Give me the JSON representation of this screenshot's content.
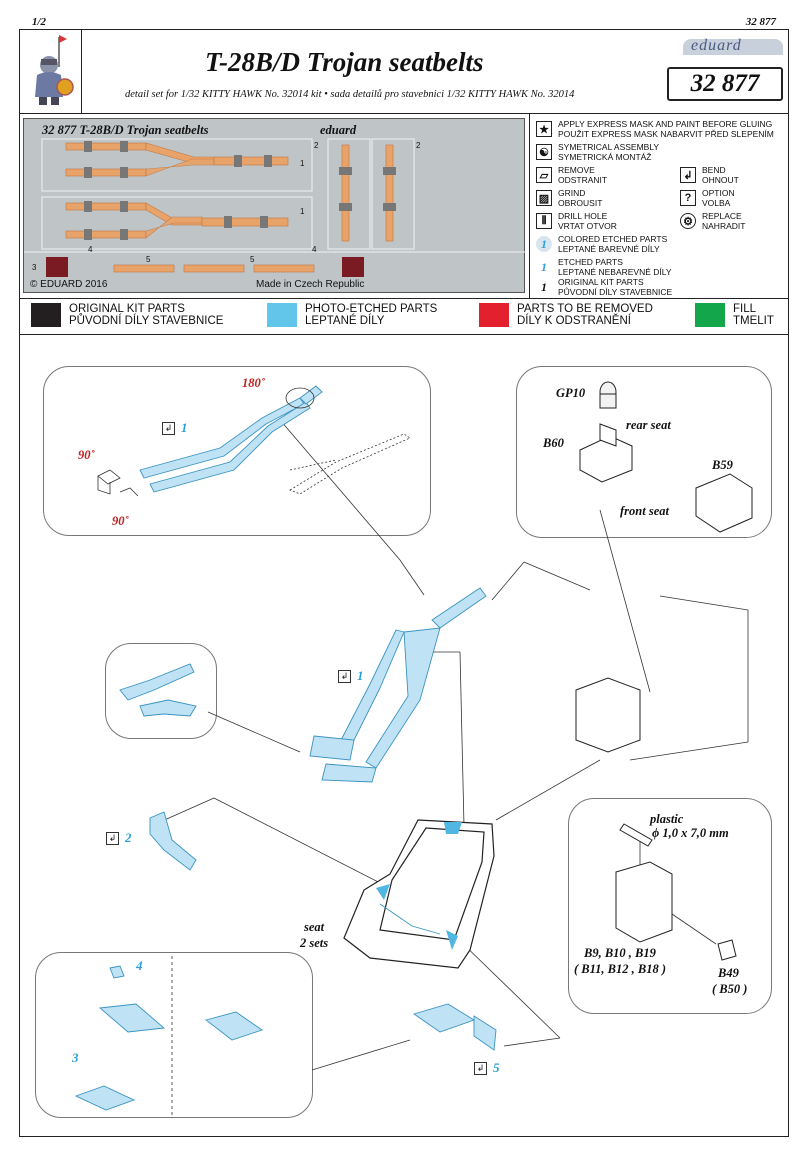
{
  "page": {
    "number": "1/2",
    "code": "32 877"
  },
  "header": {
    "title": "T-28B/D Trojan seatbelts",
    "subtitle": "detail set for 1/32  KITTY HAWK  No. 32014 kit • sada detailů pro stavebnici 1/32  KITTY HAWK  No. 32014",
    "brand": "eduard",
    "kit_number": "32 877"
  },
  "fret": {
    "title": "32 877  T-28B/D Trojan seatbelts",
    "brand": "eduard",
    "copyright": "© EDUARD 2016",
    "made_in": "Made in Czech Republic",
    "part_numbers": {
      "p1": "1",
      "p2": "2",
      "p3": "3",
      "p4": "4",
      "p5": "5"
    }
  },
  "legend": {
    "express_mask": "APPLY EXPRESS MASK AND PAINT BEFORE GLUING\nPOUŽIT EXPRESS MASK NABARVIT PŘED SLEPENÍM",
    "symmetrical": "SYMETRICAL ASSEMBLY\nSYMETRICKÁ MONTÁŽ",
    "remove": "REMOVE\nODSTRANIT",
    "bend": "BEND\nOHNOUT",
    "grind": "GRIND\nOBROUSIT",
    "option": "OPTION\nVOLBA",
    "drill": "DRILL HOLE\nVRTAT OTVOR",
    "replace": "REPLACE\nNAHRADIT",
    "colored": "COLORED ETCHED PARTS\nLEPTANÉ BAREVNÉ DÍLY",
    "etched": "ETCHED PARTS\nLEPTANÉ NEBAREVNÉ DÍLY",
    "original": "ORIGINAL KIT PARTS\nPŮVODNÍ DÍLY STAVEBNICE",
    "sym_num": "1",
    "sym_q": "?"
  },
  "color_legend": [
    {
      "label": "ORIGINAL KIT PARTS\nPŮVODNÍ DÍLY STAVEBNICE",
      "color": "#231f20"
    },
    {
      "label": "PHOTO-ETCHED PARTS\nLEPTANÉ DÍLY",
      "color": "#62c6ea"
    },
    {
      "label": "PARTS TO BE REMOVED\nDÍLY K ODSTRANĚNÍ",
      "color": "#e3202d"
    },
    {
      "label": "FILL\nTMELIT",
      "color": "#13a64b"
    }
  ],
  "diagram": {
    "angle_180": "180˚",
    "angle_90a": "90˚",
    "angle_90b": "90˚",
    "step1a": "1",
    "step1b": "1",
    "step2": "2",
    "step3": "3",
    "step4": "4",
    "step5": "5",
    "gp10": "GP10",
    "b60": "B60",
    "rear_seat": "rear seat",
    "b59": "B59",
    "front_seat": "front seat",
    "plastic": "plastic",
    "rod": "ϕ 1,0 x 7,0 mm",
    "bparts": "B9, B10 , B19",
    "bparts_alt": "( B11, B12 , B18 )",
    "b49": "B49",
    "b50": "( B50 )",
    "seat": "seat",
    "seat_sets": "2 sets"
  }
}
